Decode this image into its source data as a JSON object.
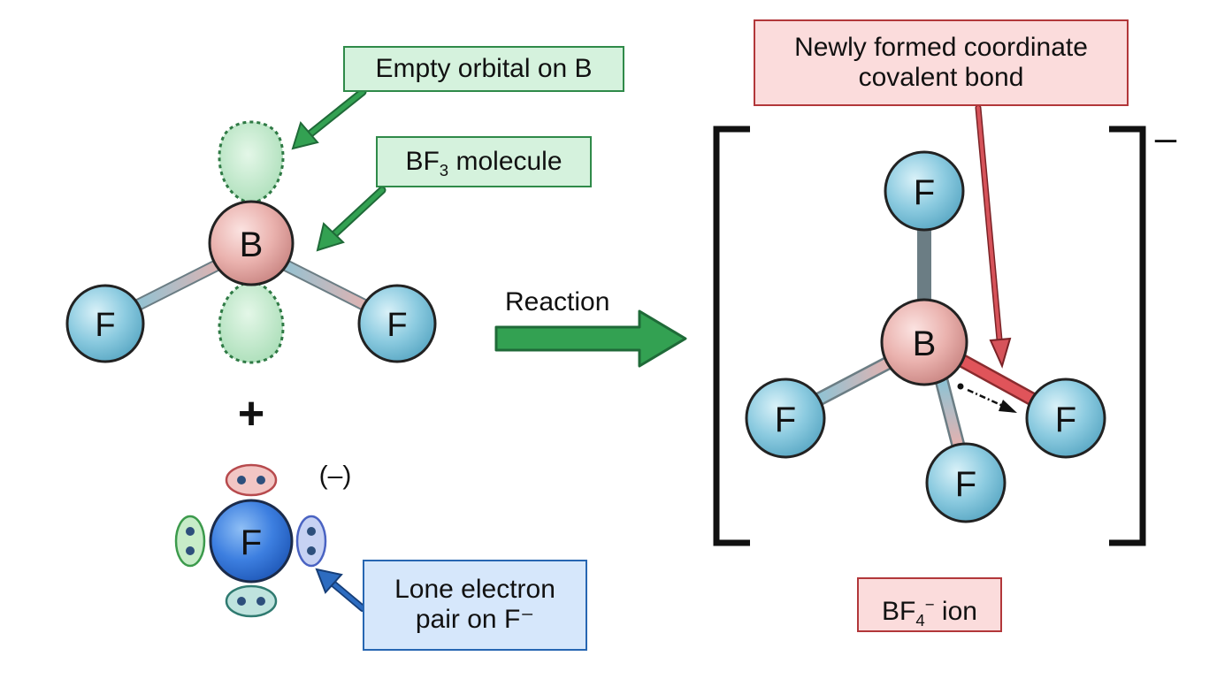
{
  "labels": {
    "empty_orbital": "Empty orbital on B",
    "bf3_prefix": "BF",
    "bf3_sub": "3",
    "bf3_suffix": " molecule",
    "lone_pair_line1": "Lone electron",
    "lone_pair_line2": "pair on F⁻",
    "new_bond_line1": "Newly formed coordinate",
    "new_bond_line2": "covalent bond",
    "reaction": "Reaction",
    "plus": "+",
    "fluoride_charge": "(–)",
    "ion_charge": "–",
    "bf4_prefix": "BF",
    "bf4_sub": "4",
    "bf4_sup": "−",
    "bf4_suffix": " ion"
  },
  "atoms": {
    "boron": "B",
    "fluorine": "F"
  },
  "colors": {
    "boron_fill": "#e6a8a4",
    "fluorine_fill": "#86c9dd",
    "fluoride_fill": "#3f7fdb",
    "orbital_fill": "#bfe8c8",
    "green_arrow": "#33a152",
    "red_arrow": "#d6535a",
    "blue_arrow": "#2d6cc0",
    "coordinate_bond": "#e0545a"
  }
}
